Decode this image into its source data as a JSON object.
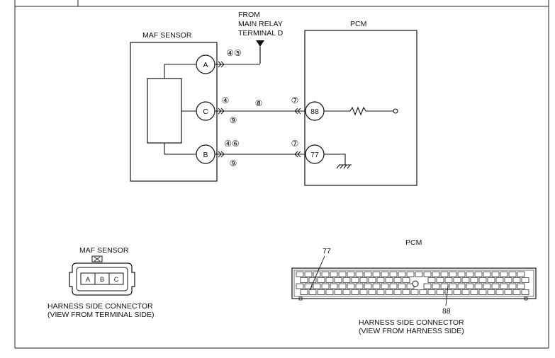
{
  "source": {
    "label_lines": [
      "FROM",
      "MAIN RELAY",
      "TERMINAL D"
    ]
  },
  "maf_sensor": {
    "title": "MAF SENSOR",
    "pins": [
      "A",
      "C",
      "B"
    ]
  },
  "pcm": {
    "title": "PCM",
    "pins": [
      "88",
      "77"
    ]
  },
  "wire_labels": {
    "a_left": "④⑤",
    "c_left_top": "④",
    "c_left_bottom": "⑨",
    "c_mid": "⑧",
    "c_right": "⑦",
    "b_left_top": "④⑥",
    "b_left_bottom": "⑨",
    "b_right": "⑦"
  },
  "maf_connector": {
    "title": "MAF SENSOR",
    "pins": [
      "A",
      "B",
      "C"
    ],
    "caption_lines": [
      "HARNESS SIDE CONNECTOR",
      "(VIEW FROM TERMINAL SIDE)"
    ]
  },
  "pcm_connector": {
    "title": "PCM",
    "pin_77": "77",
    "pin_88": "88",
    "caption_lines": [
      "HARNESS SIDE CONNECTOR",
      "(VIEW FROM HARNESS SIDE)"
    ]
  }
}
